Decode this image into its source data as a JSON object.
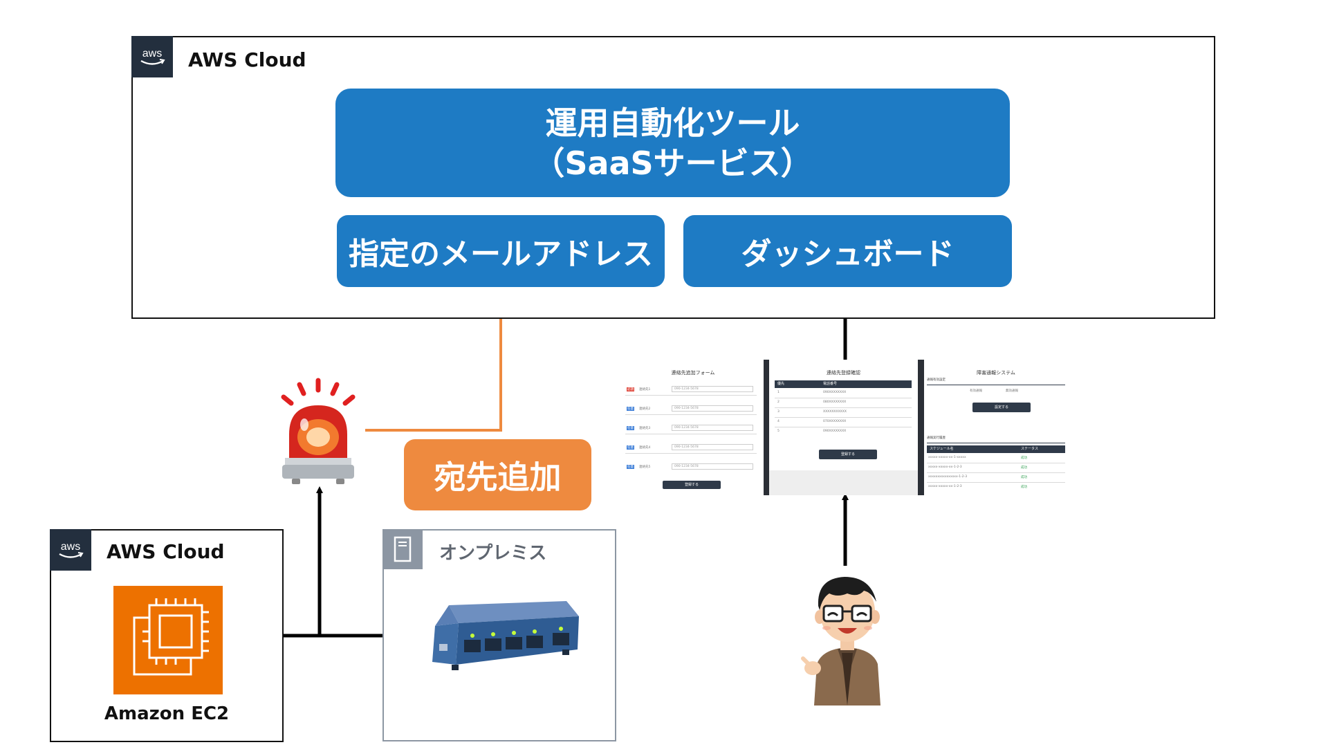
{
  "aws_cloud_main": {
    "title": "AWS Cloud",
    "badge": "aws"
  },
  "saas_tool": {
    "line1": "運用自動化ツール",
    "line2": "（SaaSサービス）"
  },
  "mail_box": {
    "label": "指定のメールアドレス"
  },
  "dashboard_box": {
    "label": "ダッシュボード"
  },
  "add_destination": {
    "label": "宛先追加"
  },
  "aws_cloud_small": {
    "title": "AWS Cloud",
    "badge": "aws"
  },
  "ec2": {
    "label": "Amazon EC2"
  },
  "onprem": {
    "title": "オンプレミス"
  },
  "icons": [
    "aws-logo-icon",
    "alarm-light-icon",
    "ec2-chip-icon",
    "server-icon",
    "network-switch-icon",
    "operator-person-icon"
  ],
  "colors": {
    "saas_blue": "#1e7bc4",
    "accent_orange": "#ee8a3f",
    "aws_orange": "#ed7100",
    "aws_dark": "#232f3e",
    "onprem_gray": "#8c96a3"
  },
  "screenshots": {
    "form": {
      "title": "連絡先追加フォーム",
      "tags": [
        "必須",
        "任意",
        "任意",
        "任意",
        "任意"
      ],
      "fields": [
        "連絡先1",
        "連絡先2",
        "連絡先3",
        "連絡先4",
        "連絡先5"
      ],
      "placeholders": [
        "090-1234-5678",
        "090-1234-5678",
        "090-1234-5678",
        "090-1234-5678",
        "090-1234-5678"
      ],
      "button": "登録する"
    },
    "list": {
      "title": "連絡先登録確認",
      "headers": [
        "優先",
        "電話番号"
      ],
      "rows": [
        [
          "1",
          "090XXXXXXXX"
        ],
        [
          "2",
          "080XXXXXXXX"
        ],
        [
          "3",
          "XXXXXXXXXXX"
        ],
        [
          "4",
          "070XXXXXXXX"
        ],
        [
          "5",
          "090XXXXXXXX"
        ]
      ],
      "button": "登録する"
    },
    "system": {
      "title": "障害通報システム",
      "section1": "通報有効設定",
      "options": [
        "有効通報",
        "無効通報"
      ],
      "button1": "設定する",
      "section2": "通報実行履歴",
      "headers": [
        "スケジュール名",
        "ステータス"
      ],
      "rows": [
        [
          "xxxxx-xxxxx-xx-1-xxxxx",
          "成功"
        ],
        [
          "xxxxx-xxxxx-xx-1-2-3",
          "成功"
        ],
        [
          "xxxxxxxxxxxxxxxx-1-2-3",
          "成功"
        ],
        [
          "xxxxx-xxxxx-xx-1-2-3",
          "成功"
        ]
      ]
    }
  }
}
